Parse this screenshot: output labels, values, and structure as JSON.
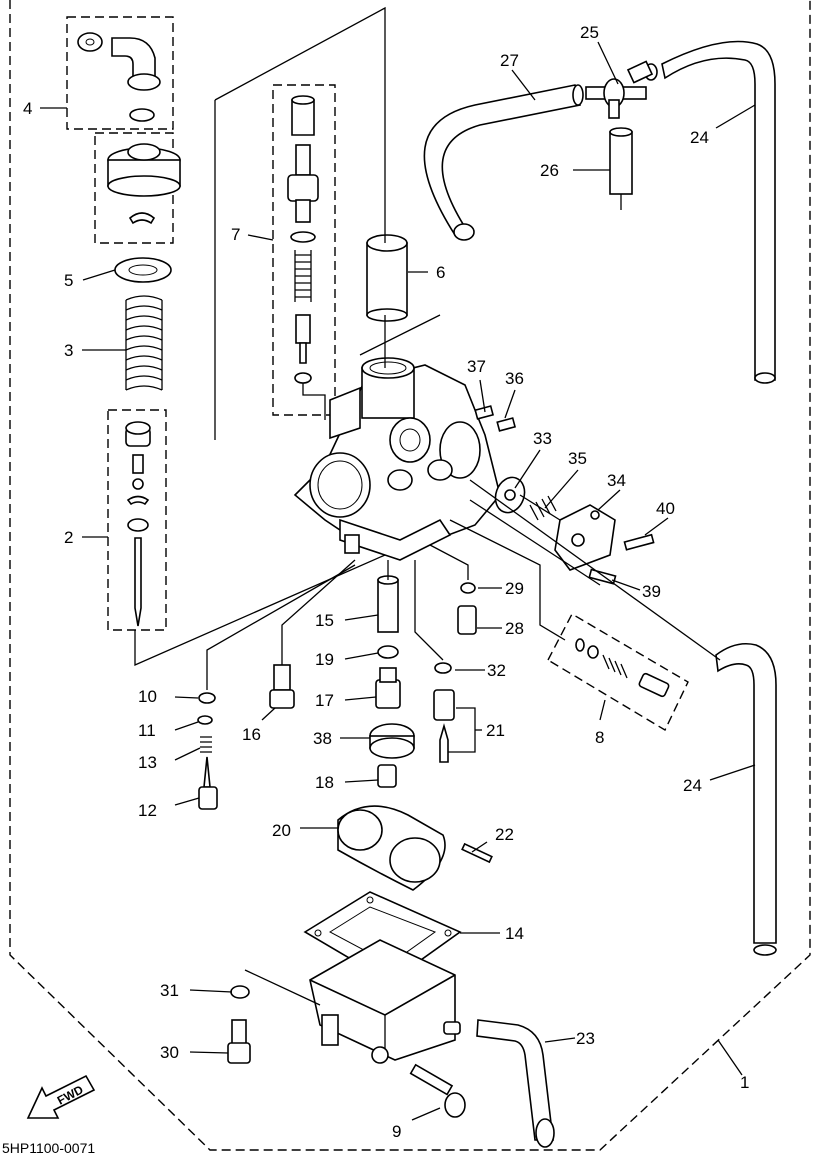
{
  "diagram": {
    "drawing_code": "5HP1100-0071",
    "fwd_label": "FWD",
    "callouts": [
      "1",
      "2",
      "3",
      "4",
      "5",
      "6",
      "7",
      "8",
      "9",
      "10",
      "11",
      "12",
      "13",
      "14",
      "15",
      "16",
      "17",
      "18",
      "19",
      "20",
      "21",
      "22",
      "23",
      "24",
      "24",
      "25",
      "26",
      "27",
      "28",
      "29",
      "30",
      "31",
      "32",
      "33",
      "34",
      "35",
      "36",
      "37",
      "38",
      "39",
      "40"
    ]
  }
}
